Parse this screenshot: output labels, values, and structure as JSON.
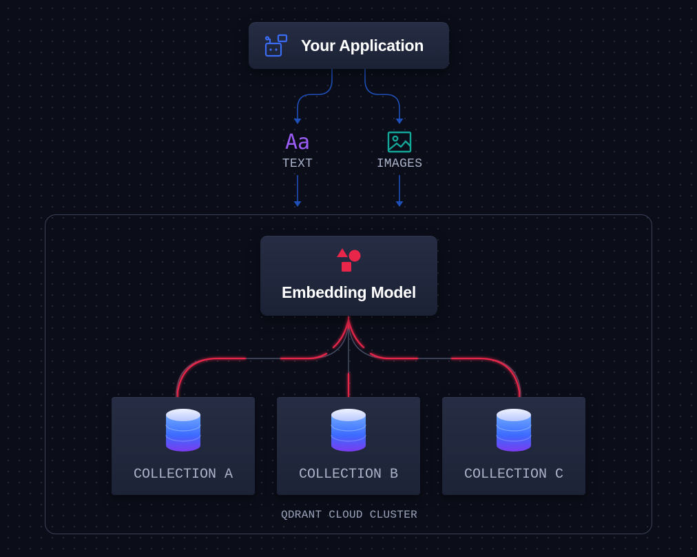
{
  "app": {
    "title": "Your Application",
    "icon": "robot-icon",
    "accent": "#3b6cf6"
  },
  "inputs": [
    {
      "label": "TEXT",
      "icon": "text-icon",
      "color": "#9b5cf6"
    },
    {
      "label": "IMAGES",
      "icon": "image-icon",
      "color": "#14a89b"
    }
  ],
  "embedding": {
    "title": "Embedding Model",
    "icon": "shapes-icon",
    "color": "#e8264a"
  },
  "collections": [
    {
      "label": "COLLECTION A",
      "icon": "database-icon"
    },
    {
      "label": "COLLECTION B",
      "icon": "database-icon"
    },
    {
      "label": "COLLECTION C",
      "icon": "database-icon"
    }
  ],
  "cluster": {
    "label": "QDRANT CLOUD CLUSTER"
  },
  "colors": {
    "background": "#0b0e19",
    "card": "#232a40",
    "arrow": "#1f4fb8",
    "highlight": "#e8264a",
    "border": "#3b4158"
  }
}
